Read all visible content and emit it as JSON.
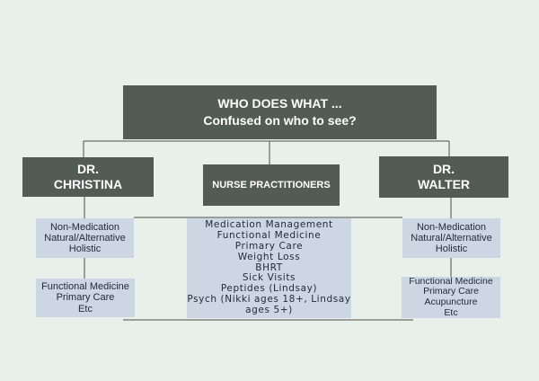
{
  "title": {
    "line1": "WHO DOES WHAT ...",
    "line2": "Confused on who to see?"
  },
  "dr_christina": {
    "name_line1": "DR.",
    "name_line2": "CHRISTINA",
    "approach": [
      "Non-Medication",
      "Natural/Alternative",
      "Holistic"
    ],
    "services": [
      "Functional Medicine",
      "Primary Care",
      "Etc"
    ]
  },
  "nurse_practitioners": {
    "name": "NURSE PRACTITIONERS",
    "services": [
      "Medication Management",
      "Functional Medicine",
      "Primary Care",
      "Weight Loss",
      "BHRT",
      "Sick Visits",
      "Peptides (Lindsay)",
      "Psych (Nikki ages 18+, Lindsay",
      "ages 5+)"
    ]
  },
  "dr_walter": {
    "name_line1": "DR.",
    "name_line2": "WALTER",
    "approach": [
      "Non-Medication",
      "Natural/Alternative",
      "Holistic"
    ],
    "services": [
      "Functional Medicine",
      "Primary Care",
      "Acupuncture",
      "Etc"
    ]
  },
  "colors": {
    "background": "#e9efe9",
    "dark_box": "#525b56",
    "light_box": "#cdd7e3",
    "connector": "#4a4f4c"
  }
}
